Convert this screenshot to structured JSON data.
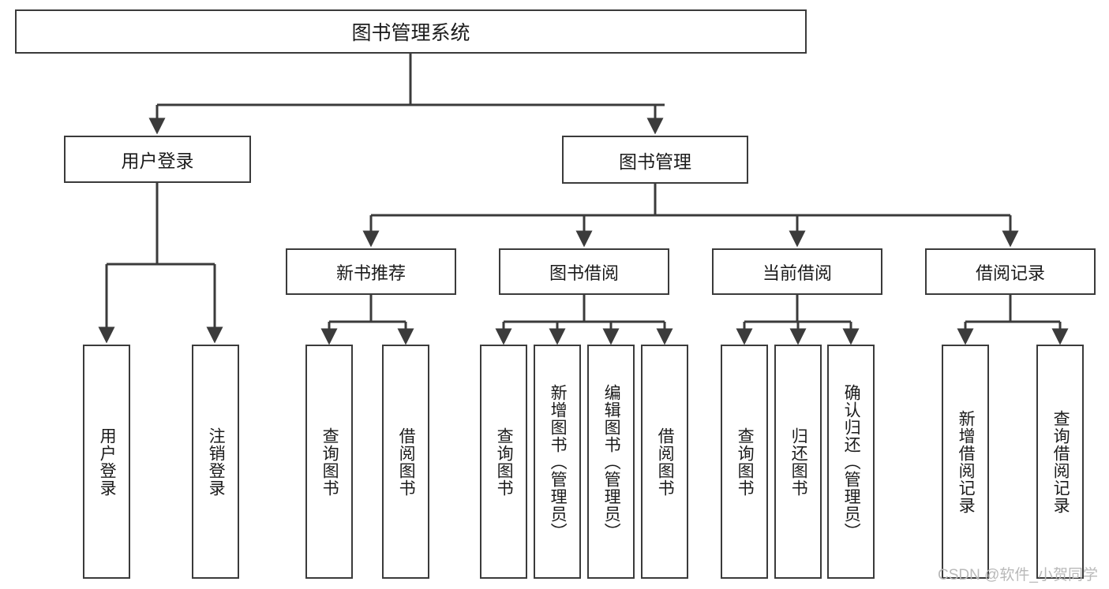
{
  "diagram": {
    "title": "图书管理系统",
    "type": "function-structure-tree",
    "root": {
      "label": "图书管理系统"
    },
    "level1": [
      {
        "id": "user-login",
        "label": "用户登录"
      },
      {
        "id": "book-management",
        "label": "图书管理"
      }
    ],
    "level2": [
      {
        "id": "new-book-recommend",
        "label": "新书推荐",
        "parent": "book-management"
      },
      {
        "id": "book-borrow",
        "label": "图书借阅",
        "parent": "book-management"
      },
      {
        "id": "current-borrow",
        "label": "当前借阅",
        "parent": "book-management"
      },
      {
        "id": "borrow-record",
        "label": "借阅记录",
        "parent": "book-management"
      }
    ],
    "leaves": [
      {
        "id": "leaf-user-login",
        "label": "用户登录",
        "parent": "user-login"
      },
      {
        "id": "leaf-logout-login",
        "label": "注销登录",
        "parent": "user-login"
      },
      {
        "id": "leaf-query-book-1",
        "label": "查询图书",
        "parent": "new-book-recommend"
      },
      {
        "id": "leaf-borrow-book-1",
        "label": "借阅图书",
        "parent": "new-book-recommend"
      },
      {
        "id": "leaf-query-book-2",
        "label": "查询图书",
        "parent": "book-borrow"
      },
      {
        "id": "leaf-add-book",
        "label": "新增图书（管理员）",
        "parent": "book-borrow"
      },
      {
        "id": "leaf-edit-book",
        "label": "编辑图书（管理员）",
        "parent": "book-borrow"
      },
      {
        "id": "leaf-borrow-book-2",
        "label": "借阅图书",
        "parent": "book-borrow"
      },
      {
        "id": "leaf-query-book-3",
        "label": "查询图书",
        "parent": "current-borrow"
      },
      {
        "id": "leaf-return-book",
        "label": "归还图书",
        "parent": "current-borrow"
      },
      {
        "id": "leaf-confirm-return",
        "label": "确认归还（管理员）",
        "parent": "current-borrow"
      },
      {
        "id": "leaf-add-record",
        "label": "新增借阅记录",
        "parent": "borrow-record"
      },
      {
        "id": "leaf-query-record",
        "label": "查询借阅记录",
        "parent": "borrow-record"
      }
    ],
    "colors": {
      "border": "#3b3b3b",
      "fill": "#ffffff",
      "text": "#1b1b1b",
      "connector": "#3b3b3b",
      "watermark": "#b9b9b9"
    }
  },
  "watermark": {
    "text": "CSDN @软件_小贺同学"
  }
}
